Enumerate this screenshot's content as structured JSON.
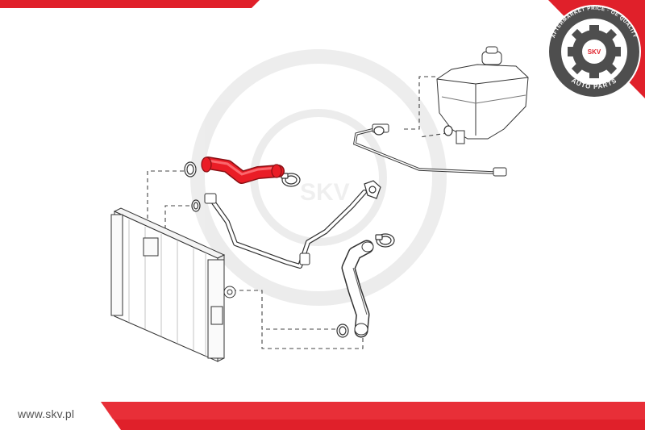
{
  "brand": {
    "footer_url": "www.skv.pl",
    "badge_top_text": "AFTERMARKET PRICE · OE QUALITY",
    "badge_bottom_text": "AUTO PARTS",
    "badge_center_text": "SKV",
    "watermark_text": "SKV"
  },
  "colors": {
    "accent_red": "#e0202a",
    "line_gray": "#3a3a3a",
    "badge_dark": "#5a5a5a",
    "highlight_hose": "#ea1d26"
  },
  "parts": [
    {
      "name": "radiator",
      "highlighted": false
    },
    {
      "name": "upper-radiator-hose",
      "highlighted": true
    },
    {
      "name": "expansion-tank",
      "highlighted": false
    },
    {
      "name": "lower-radiator-hose",
      "highlighted": false
    },
    {
      "name": "coolant-pipe",
      "highlighted": false
    },
    {
      "name": "vent-line",
      "highlighted": false
    },
    {
      "name": "o-ring-seals",
      "highlighted": false
    },
    {
      "name": "hose-clamps",
      "highlighted": false
    }
  ]
}
